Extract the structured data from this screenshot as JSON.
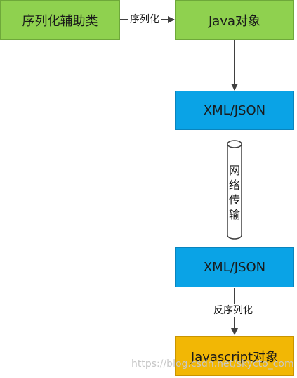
{
  "nodes": {
    "serialization_helper": "序列化辅助类",
    "java_object": "Java对象",
    "xml_json_top": "XML/JSON",
    "xml_json_bottom": "XML/JSON",
    "javascript_object": "Javascript对象"
  },
  "edges": {
    "serialize": "序列化",
    "deserialize": "反序列化"
  },
  "channel": {
    "label": "网络传输"
  },
  "watermark": "https://blog.csdn.net/skycto_com",
  "colors": {
    "green": "#8fd14f",
    "blue": "#0aa3e6",
    "orange": "#f2b705",
    "line": "#404040"
  }
}
